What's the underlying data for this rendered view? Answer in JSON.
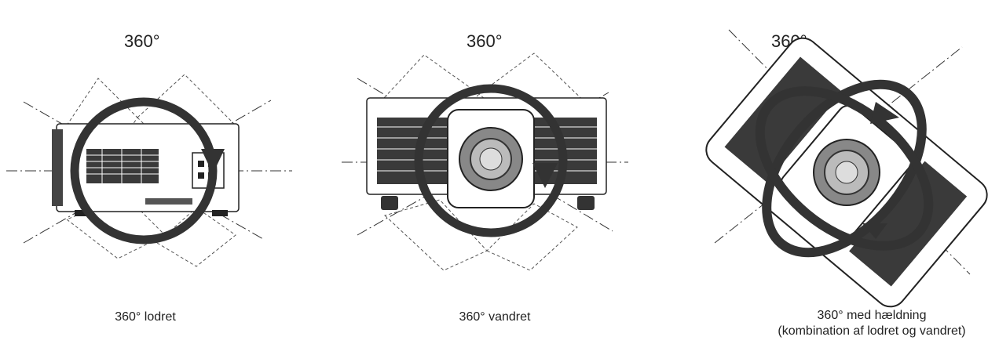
{
  "panels": [
    {
      "degree_label": "360°",
      "caption": "360° lodret",
      "caption_line2": ""
    },
    {
      "degree_label": "360°",
      "caption": "360° vandret",
      "caption_line2": ""
    },
    {
      "degree_label": "360°",
      "caption": "360° med hældning",
      "caption_line2": "(kombination af lodret og vandret)"
    }
  ],
  "colors": {
    "arrow": "#333333",
    "body": "#ffffff",
    "outline": "#222222",
    "grille": "#3a3a3a"
  }
}
